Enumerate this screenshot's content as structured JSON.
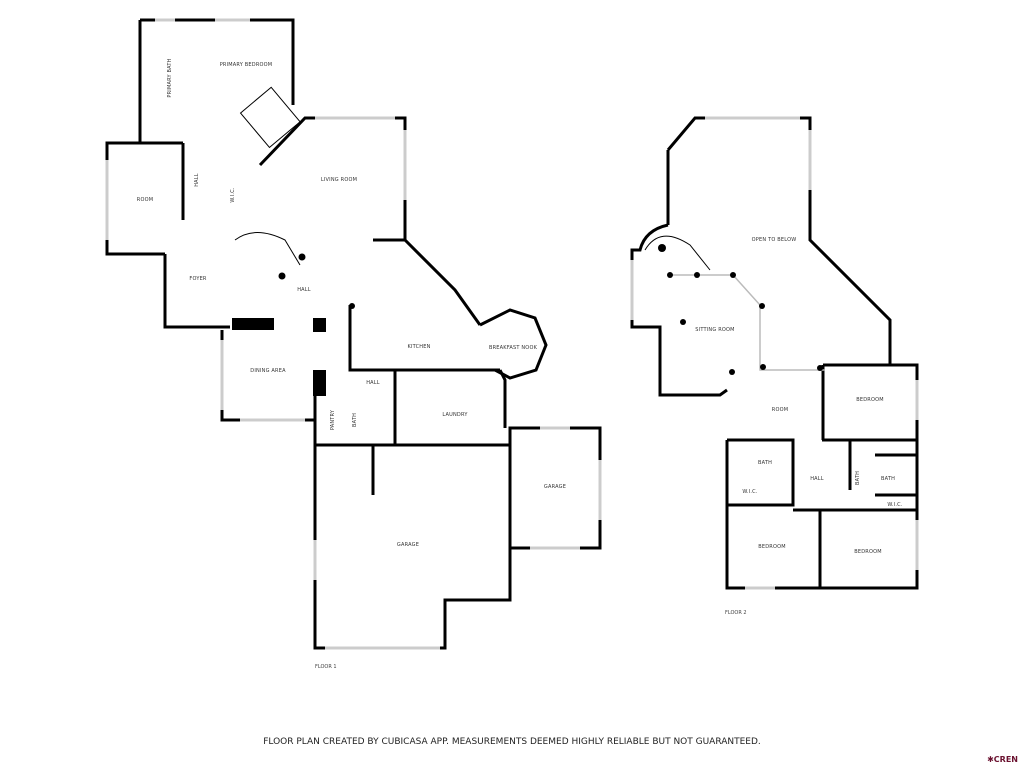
{
  "floor1": {
    "label": "FLOOR 1",
    "rooms": {
      "primary_bedroom": "PRIMARY BEDROOM",
      "primary_bath": "PRIMARY BATH",
      "room": "ROOM",
      "hall_upper": "HALL",
      "wic": "W.I.C.",
      "living_room": "LIVING ROOM",
      "foyer": "FOYER",
      "hall_main": "HALL",
      "kitchen": "KITCHEN",
      "breakfast_nook": "BREAKFAST NOOK",
      "dining_area": "DINING AREA",
      "hall_lower": "HALL",
      "pantry": "PANTRY",
      "bath": "BATH",
      "laundry": "LAUNDRY",
      "garage_main": "GARAGE",
      "garage_side": "GARAGE"
    }
  },
  "floor2": {
    "label": "FLOOR 2",
    "rooms": {
      "open_to_below": "OPEN TO BELOW",
      "sitting_room": "SITTING ROOM",
      "room": "ROOM",
      "bedroom_ne": "BEDROOM",
      "bath_left": "BATH",
      "wic_left": "W.I.C.",
      "hall": "HALL",
      "bath_mid": "BATH",
      "bath_right": "BATH",
      "wic_right": "W.I.C.",
      "bedroom_sw": "BEDROOM",
      "bedroom_se": "BEDROOM"
    }
  },
  "footer": {
    "disclaimer": "FLOOR PLAN CREATED BY CUBICASA APP. MEASUREMENTS DEEMED HIGHLY RELIABLE BUT NOT GUARANTEED.",
    "logo": "CREN"
  },
  "colors": {
    "wall": "#000000",
    "window": "#cccccc",
    "logo": "#6b1230"
  }
}
